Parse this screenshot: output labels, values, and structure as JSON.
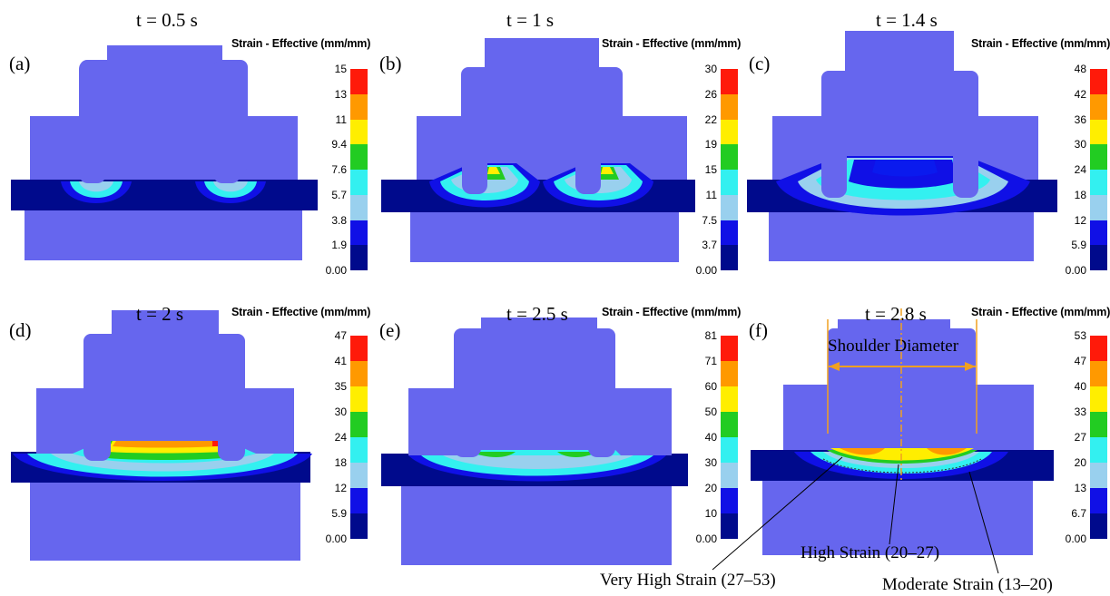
{
  "colors": {
    "tool": "#6666ee",
    "sheet": "#000a8c",
    "scale": [
      "#ff1a0a",
      "#ff9900",
      "#ffee00",
      "#22cc22",
      "#33f0f0",
      "#99d0ee",
      "#1010e6",
      "#000a8c"
    ]
  },
  "legend_title": "Strain - Effective (mm/mm)",
  "panels": [
    {
      "label": "(a)",
      "time": "t = 0.5 s",
      "ticks": [
        "15",
        "13",
        "11",
        "9.4",
        "7.6",
        "5.7",
        "3.8",
        "1.9",
        "0.00"
      ]
    },
    {
      "label": "(b)",
      "time": "t = 1 s",
      "ticks": [
        "30",
        "26",
        "22",
        "19",
        "15",
        "11",
        "7.5",
        "3.7",
        "0.00"
      ]
    },
    {
      "label": "(c)",
      "time": "t = 1.4 s",
      "ticks": [
        "48",
        "42",
        "36",
        "30",
        "24",
        "18",
        "12",
        "5.9",
        "0.00"
      ]
    },
    {
      "label": "(d)",
      "time": "t = 2 s",
      "ticks": [
        "47",
        "41",
        "35",
        "30",
        "24",
        "18",
        "12",
        "5.9",
        "0.00"
      ]
    },
    {
      "label": "(e)",
      "time": "t = 2.5 s",
      "ticks": [
        "81",
        "71",
        "60",
        "50",
        "40",
        "30",
        "20",
        "10",
        "0.00"
      ]
    },
    {
      "label": "(f)",
      "time": "t = 2.8 s",
      "ticks": [
        "53",
        "47",
        "40",
        "33",
        "27",
        "20",
        "13",
        "6.7",
        "0.00"
      ]
    }
  ],
  "annotations": {
    "shoulder": "Shoulder Diameter",
    "very_high": "Very High Strain (27–53)",
    "high": "High Strain (20–27)",
    "moderate": "Moderate Strain (13–20)"
  }
}
